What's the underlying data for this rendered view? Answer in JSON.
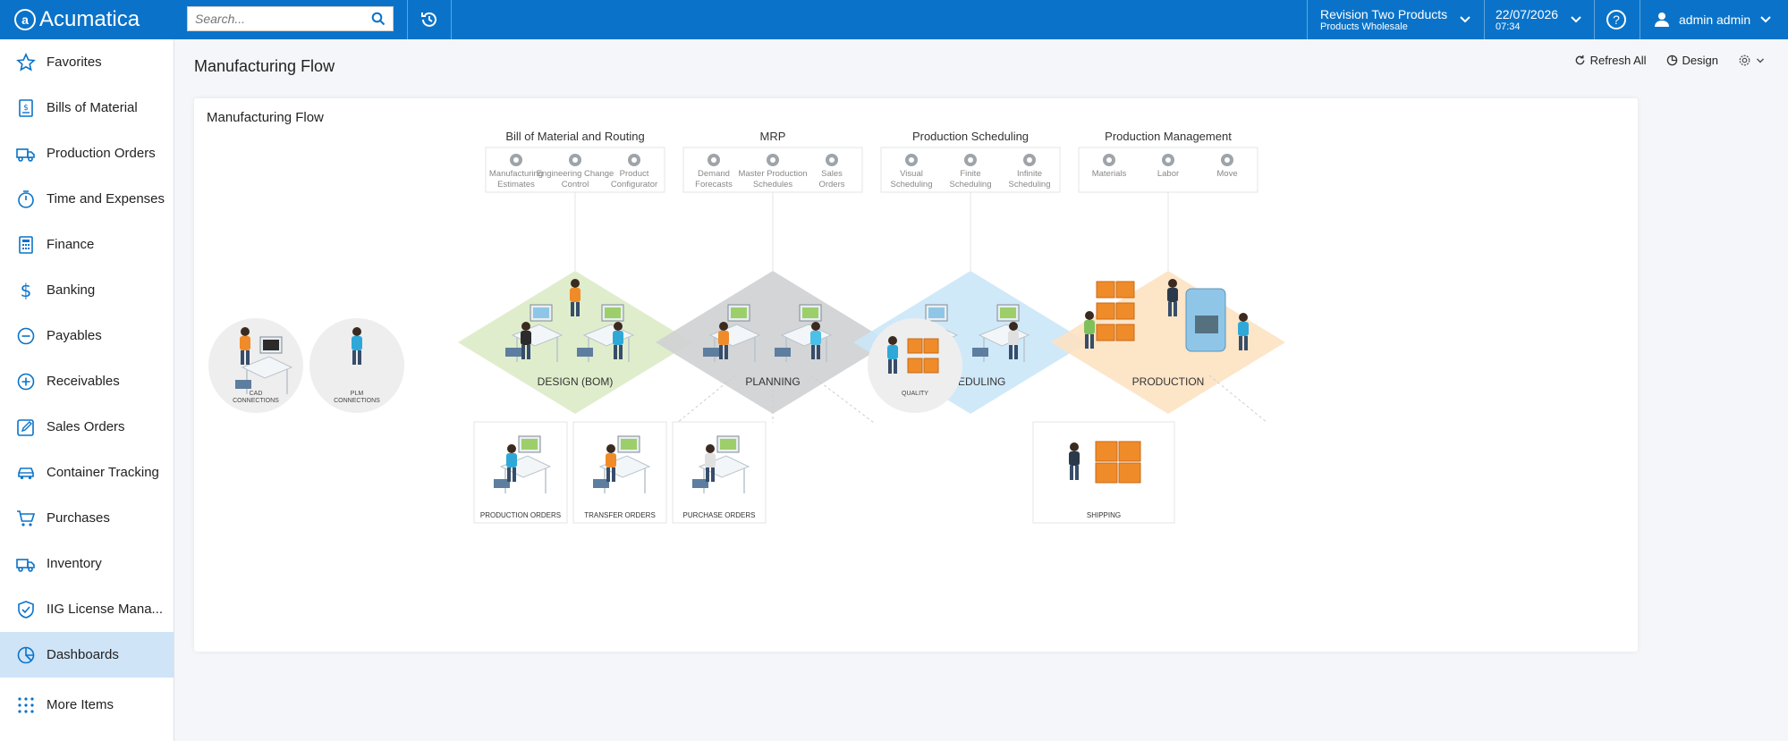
{
  "app": {
    "name": "Acumatica",
    "search_placeholder": "Search...",
    "company": "Revision Two Products",
    "branch": "Products Wholesale",
    "date": "22/07/2026",
    "time": "07:34",
    "user": "admin admin"
  },
  "sidebar": [
    {
      "label": "Favorites",
      "icon": "star-icon"
    },
    {
      "label": "Bills of Material",
      "icon": "document-dollar-icon"
    },
    {
      "label": "Production Orders",
      "icon": "truck-icon"
    },
    {
      "label": "Time and Expenses",
      "icon": "stopwatch-icon"
    },
    {
      "label": "Finance",
      "icon": "calculator-icon"
    },
    {
      "label": "Banking",
      "icon": "dollar-icon"
    },
    {
      "label": "Payables",
      "icon": "minus-circle-icon"
    },
    {
      "label": "Receivables",
      "icon": "plus-circle-icon"
    },
    {
      "label": "Sales Orders",
      "icon": "pencil-icon"
    },
    {
      "label": "Container Tracking",
      "icon": "car-icon"
    },
    {
      "label": "Purchases",
      "icon": "cart-icon"
    },
    {
      "label": "Inventory",
      "icon": "truck-icon"
    },
    {
      "label": "IIG License Mana...",
      "icon": "shield-check-icon"
    },
    {
      "label": "Dashboards",
      "icon": "pie-chart-icon",
      "active": true
    },
    {
      "label": "More Items",
      "icon": "grid-dots-icon"
    }
  ],
  "page": {
    "title": "Manufacturing Flow",
    "refresh": "Refresh All",
    "design": "Design",
    "card_title": "Manufacturing Flow"
  },
  "flow": {
    "groups": [
      {
        "title": "Bill of Material and Routing",
        "items": [
          "Manufacturing Estimates",
          "Engineering Change Control",
          "Product Configurator"
        ]
      },
      {
        "title": "MRP",
        "items": [
          "Demand Forecasts",
          "Master Production Schedules",
          "Sales Orders"
        ]
      },
      {
        "title": "Production Scheduling",
        "items": [
          "Visual Scheduling",
          "Finite Scheduling",
          "Infinite Scheduling"
        ]
      },
      {
        "title": "Production Management",
        "items": [
          "Materials",
          "Labor",
          "Move"
        ]
      }
    ],
    "stages": [
      {
        "label": "DESIGN (BOM)",
        "color": "#dcebc6"
      },
      {
        "label": "PLANNING",
        "color": "#cfd0d3"
      },
      {
        "label": "SCHEDULING",
        "color": "#cbe7f8"
      },
      {
        "label": "PRODUCTION",
        "color": "#fde2c2"
      }
    ],
    "circles": [
      "CAD CONNECTIONS",
      "PLM CONNECTIONS",
      "QUALITY"
    ],
    "boxes": [
      "PRODUCTION ORDERS",
      "TRANSFER ORDERS",
      "PURCHASE ORDERS",
      "SHIPPING"
    ]
  }
}
